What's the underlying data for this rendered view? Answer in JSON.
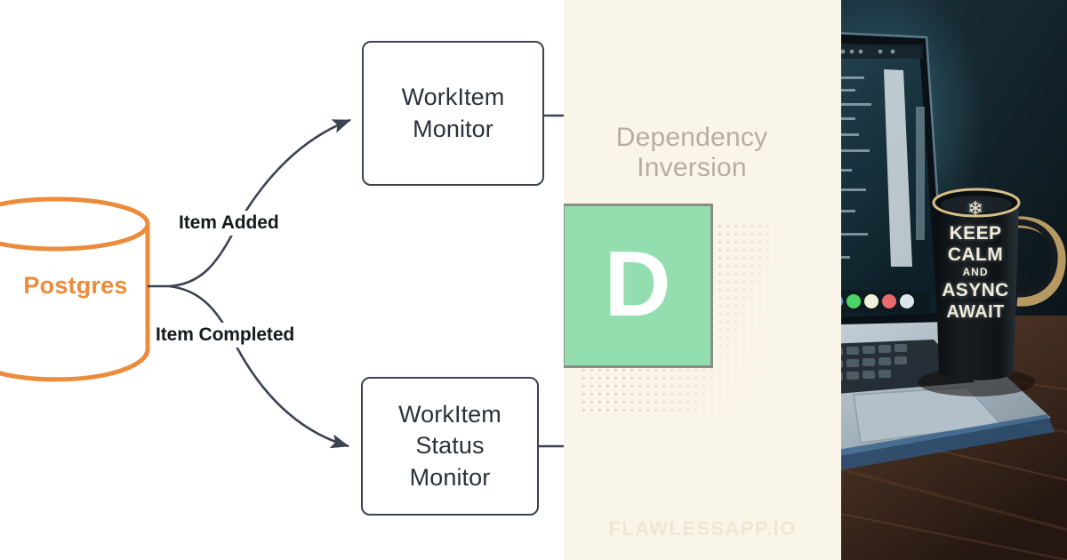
{
  "panels": {
    "diagram": {
      "name": "architecture-flow-diagram",
      "background": "#FFFFFF",
      "database": {
        "label": "Postgres",
        "color": "#ED8B3C",
        "shape": "cylinder"
      },
      "nodes": [
        {
          "id": "workitem-monitor",
          "label": "WorkItem\nMonitor",
          "line1": "WorkItem",
          "line2": "Monitor",
          "border": "#3B4252"
        },
        {
          "id": "workitem-status-monitor",
          "label": "WorkItem\nStatus\nMonitor",
          "line1": "WorkItem",
          "line2": "Status",
          "line3": "Monitor",
          "border": "#3B4252"
        }
      ],
      "edges": [
        {
          "id": "edge-item-added",
          "label": "Item Added",
          "from": "Postgres",
          "to": "WorkItem Monitor",
          "color": "#3B4252"
        },
        {
          "id": "edge-item-completed",
          "label": "Item Completed",
          "from": "Postgres",
          "to": "WorkItem Status Monitor",
          "color": "#3B4252"
        }
      ]
    },
    "card": {
      "name": "dependency-inversion-card",
      "background": "#FAF5E9",
      "heading_line1": "Dependency",
      "heading_line2": "Inversion",
      "heading_color": "#B5AFA2",
      "tile_letter": "D",
      "tile_color": "#92DEAE",
      "tile_border": "#8A8F86",
      "watermark": "FLAWLESSAPP.IO",
      "watermark_color": "#EEE7D6"
    },
    "photo": {
      "name": "laptop-and-mug-photo",
      "scene": "laptop with code editor beside a black coffee mug on a wooden desk",
      "mug_lines": {
        "l1": "KEEP",
        "l2": "CALM",
        "l3": "AND",
        "l4": "ASYNC",
        "l5": "AWAIT"
      },
      "mug_ornament": "❄",
      "mug_color": "#11161A",
      "desk_color": "#4A3226"
    }
  }
}
